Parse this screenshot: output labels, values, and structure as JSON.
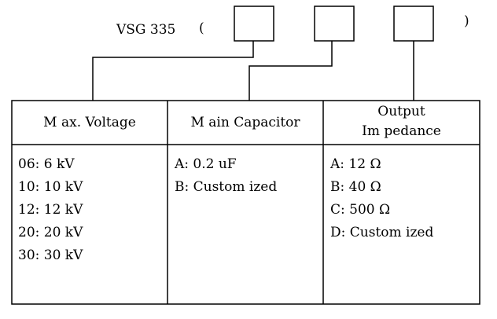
{
  "model": {
    "prefix": "VSG 335",
    "open_paren": "(",
    "close_paren": ")"
  },
  "columns": [
    {
      "header": "M ax. Voltage",
      "options": [
        "06: 6 kV",
        "10: 10 kV",
        "12: 12 kV",
        "20: 20 kV",
        "30: 30 kV"
      ]
    },
    {
      "header": "M ain Capacitor",
      "options": [
        "A: 0.2 uF",
        "B: Custom ized"
      ]
    },
    {
      "header_lines": [
        "Output",
        "Im pedance"
      ],
      "options": [
        "A: 12 Ω",
        "B: 40 Ω",
        "C: 500 Ω",
        "D: Custom ized"
      ]
    }
  ]
}
